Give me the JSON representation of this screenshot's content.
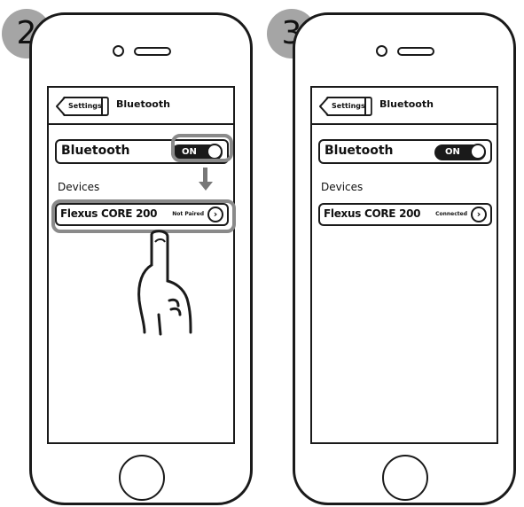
{
  "steps": [
    {
      "number": "2",
      "nav": {
        "back_label": "Settings",
        "title": "Bluetooth"
      },
      "bluetooth": {
        "label": "Bluetooth",
        "toggle": "ON"
      },
      "devices_header": "Devices",
      "device": {
        "name": "Flexus CORE 200",
        "status": "Not Paired"
      }
    },
    {
      "number": "3",
      "nav": {
        "back_label": "Settings",
        "title": "Bluetooth"
      },
      "bluetooth": {
        "label": "Bluetooth",
        "toggle": "ON"
      },
      "devices_header": "Devices",
      "device": {
        "name": "Flexus CORE 200",
        "status": "Connected"
      }
    }
  ],
  "icons": {
    "chevron": "chevron-right-icon",
    "hand": "pointing-hand-icon",
    "arrow": "arrow-down-icon"
  },
  "colors": {
    "highlight": "#8a8a8a",
    "badge": "#a5a5a5",
    "ink": "#1a1a1a"
  }
}
